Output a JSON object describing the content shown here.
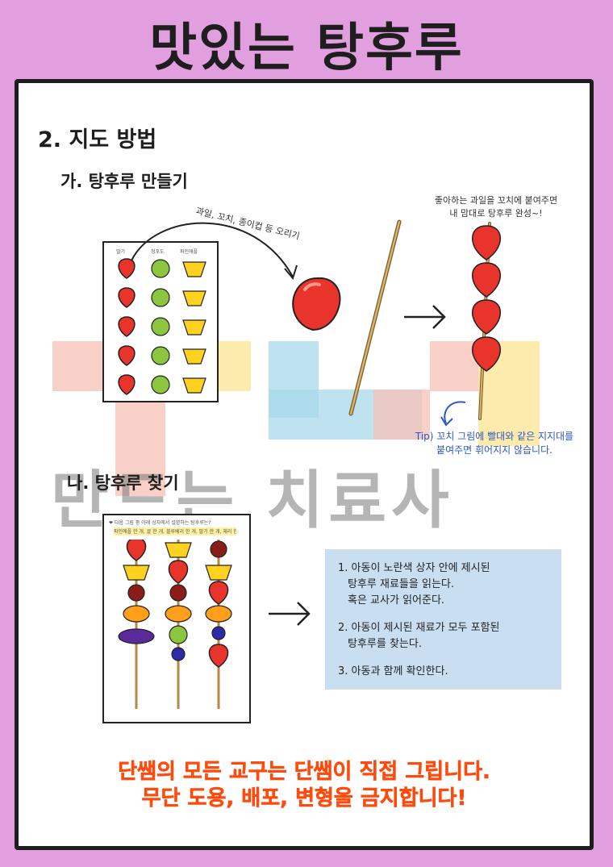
{
  "page": {
    "title": "맛있는 탕후루"
  },
  "section": {
    "heading": "2. 지도 방법",
    "sub_a": "가. 탕후루 만들기",
    "sub_b": "나. 탕후루 찾기"
  },
  "making": {
    "arrow_note": "과일, 꼬치, 종이컵 등 오리기",
    "sheet_columns": [
      "딸기",
      "청포도",
      "파인애플"
    ],
    "complete_note_1": "좋아하는 과일을 꼬치에 붙여주면",
    "complete_note_2": "내 맘대로 탕후루 완성~!",
    "tip_1": "Tip) 꼬치 그림에 빨대와 같은 지지대를",
    "tip_2": "붙여주면 휘어지지 않습니다."
  },
  "finding": {
    "sheet_question": "❤ 다음 그림 중 아래 상자에서 설명하는 탕후루는?",
    "sheet_box": "파인애플 한 개, 귤 한 개, 블루베리 한 개, 딸기 한 개, 체리 한 개",
    "steps": [
      {
        "line1": "1. 아동이 노란색 상자 안에 제시된",
        "line2": "탕후루 재료들을 읽는다.",
        "line3": "혹은 교사가 읽어준다."
      },
      {
        "line1": "2. 아동이 제시된 재료가 모두 포함된",
        "line2": "탕후루를 찾는다.",
        "line3": ""
      },
      {
        "line1": "3. 아동과 함께 확인한다.",
        "line2": "",
        "line3": ""
      }
    ]
  },
  "watermark": {
    "text": "만드는 치료사"
  },
  "footer": {
    "line1": "단쌤의 모든 교구는 단쌤이 직접 그립니다.",
    "line2": "무단 도용, 배포, 변형을 금지합니다!"
  },
  "colors": {
    "background": "#e29fdf",
    "strawberry": "#e8342a",
    "grape": "#8cc63f",
    "pineapple": "#ffd21f",
    "footer": "#ff4a0e",
    "tip": "#2f57c4",
    "info_box": "#c9dff1"
  }
}
